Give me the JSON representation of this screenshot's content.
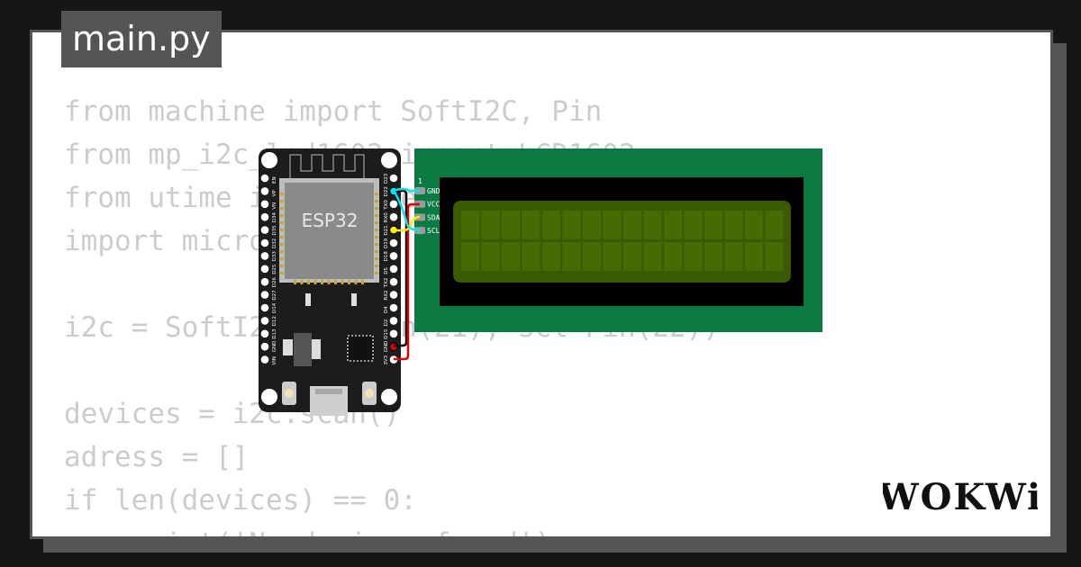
{
  "file_tab": {
    "label": "main.py"
  },
  "code_lines": [
    "from machine import SoftI2C, Pin",
    "from mp_i2c_lcd1602 import LCD1602",
    "from utime import sleep_ms",
    "import micropython",
    "",
    "i2c = SoftI2C(sda=Pin(21), scl=Pin(22))",
    "",
    "devices = i2c.scan()",
    "adress = []",
    "if len(devices) == 0:",
    "    print('No devices found')"
  ],
  "esp32": {
    "chip_label": "ESP32",
    "left_pins": [
      "EN",
      "VP",
      "VN",
      "D34",
      "D35",
      "D32",
      "D33",
      "D25",
      "D26",
      "D27",
      "D14",
      "D12",
      "D13",
      "GND",
      "VIN"
    ],
    "right_pins": [
      "D23",
      "D22",
      "TX0",
      "RX0",
      "D21",
      "D19",
      "D18",
      "D5",
      "TX2",
      "RX2",
      "D4",
      "D2",
      "D15",
      "GND",
      "3V3"
    ]
  },
  "lcd": {
    "pin_number": "1",
    "pins": [
      "GND",
      "VCC",
      "SDA",
      "SCL"
    ]
  },
  "colors": {
    "lcd_board": "#0a7a42",
    "lcd_screen": "#3a5a00",
    "wire_gnd": "#00e5ee",
    "wire_vcc": "#e00000",
    "wire_sda": "#ffee00",
    "wire_scl": "#00e5ee"
  },
  "brand": {
    "logo_text": "WOKWi"
  }
}
